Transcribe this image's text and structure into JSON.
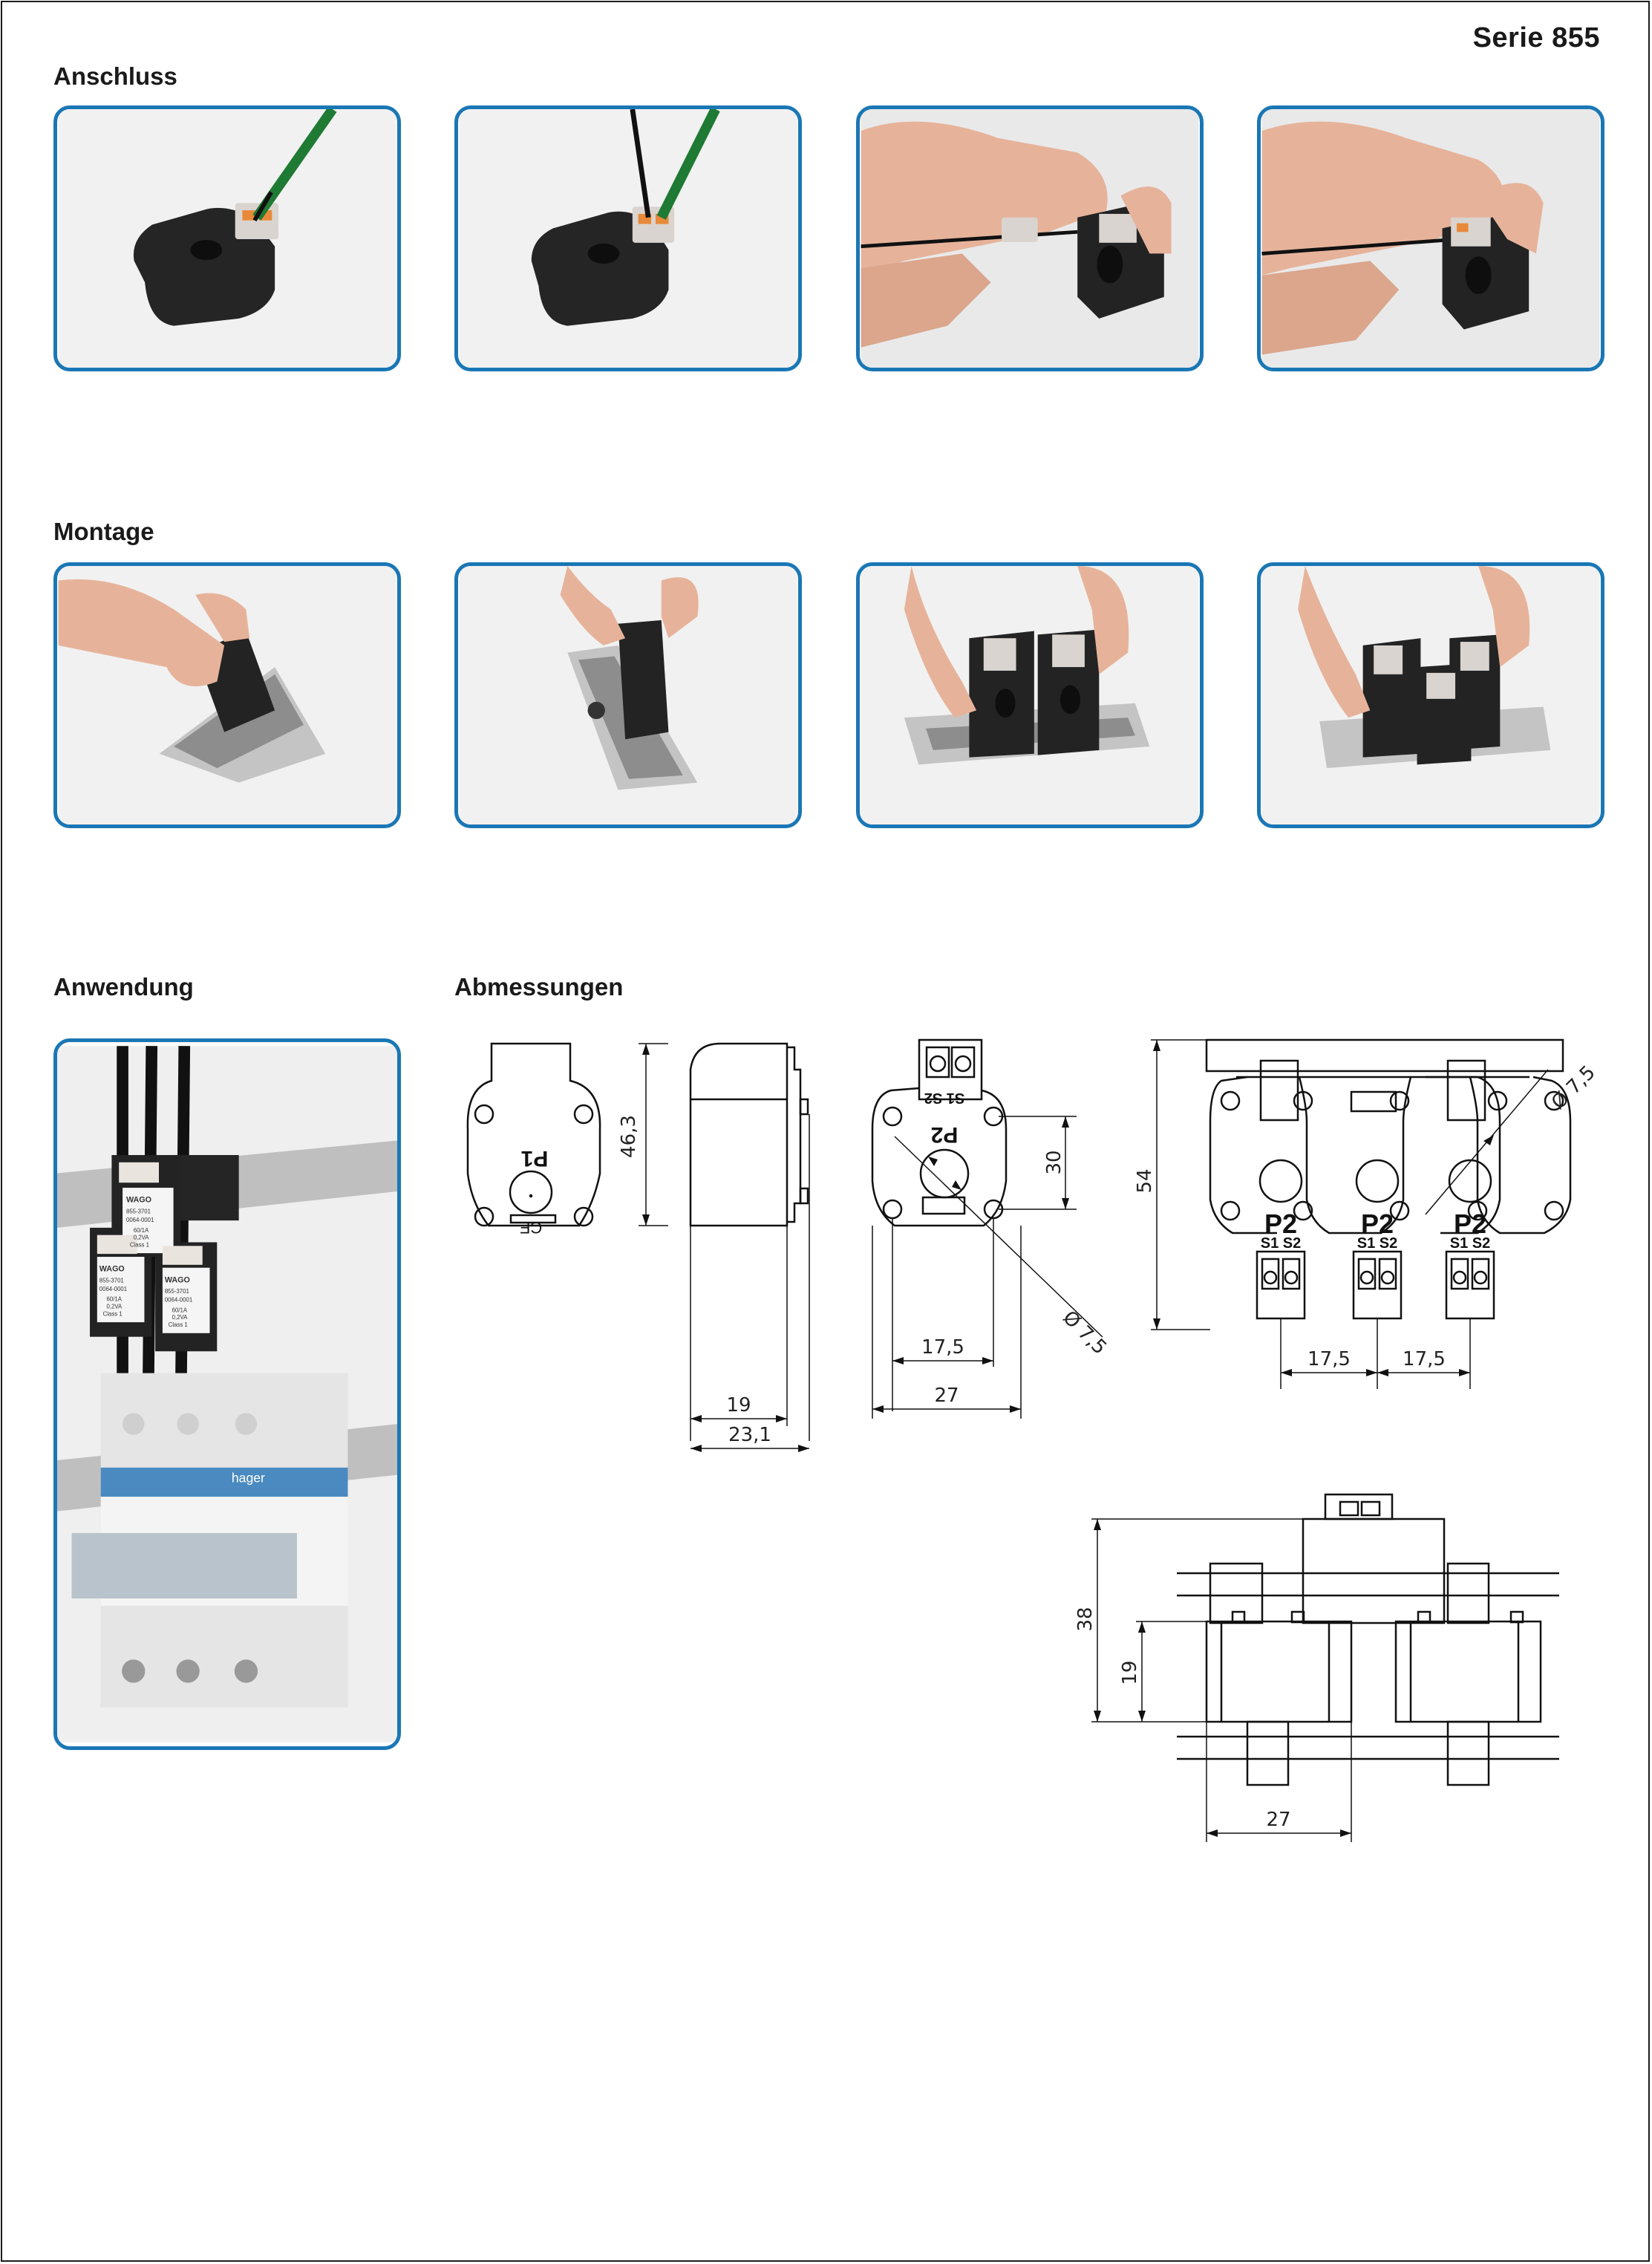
{
  "header": {
    "series": "Serie 855"
  },
  "sections": {
    "anschluss": "Anschluss",
    "montage": "Montage",
    "anwendung": "Anwendung",
    "abmessungen": "Abmessungen"
  },
  "colors": {
    "frame": "#1a77b5",
    "device": "#222222",
    "terminal_orange": "#e8893a",
    "rail": "#c9c9c9",
    "skin": "#e6b39a"
  },
  "photos": {
    "anschluss": [
      "transformer-with-screwdriver",
      "transformer-with-two-wires",
      "hand-inserting-wire",
      "hand-pushing-wire"
    ],
    "montage": [
      "hand-placing-on-rail",
      "hand-snapping-on-rail",
      "two-units-on-rail",
      "three-units-on-rail"
    ],
    "anwendung": "three-transformers-on-circuit-breaker"
  },
  "anwendung_labels": {
    "brand": "WAGO",
    "part": "855-3701",
    "serial": "0064-0001",
    "rating": "60/1A",
    "power": "0,2VA",
    "class": "Class 1",
    "breaker_brand": "hager"
  },
  "drawings": {
    "front": {
      "label": "P1"
    },
    "side": {
      "height": "46,3",
      "width_inner": "19",
      "width_outer": "23,1"
    },
    "rear": {
      "label": "P2",
      "terminals": "S1 S2",
      "height": "30",
      "width_inner": "17,5",
      "width_outer": "27",
      "diameter": "Ø 7,5"
    },
    "group": {
      "height": "54",
      "diameter": "Ø 7,5",
      "label": "P2",
      "terminal_s1": "S1",
      "terminal_s2": "S2",
      "pitch1": "17,5",
      "pitch2": "17,5"
    },
    "top": {
      "height_outer": "38",
      "height_inner": "19",
      "width": "27"
    }
  }
}
